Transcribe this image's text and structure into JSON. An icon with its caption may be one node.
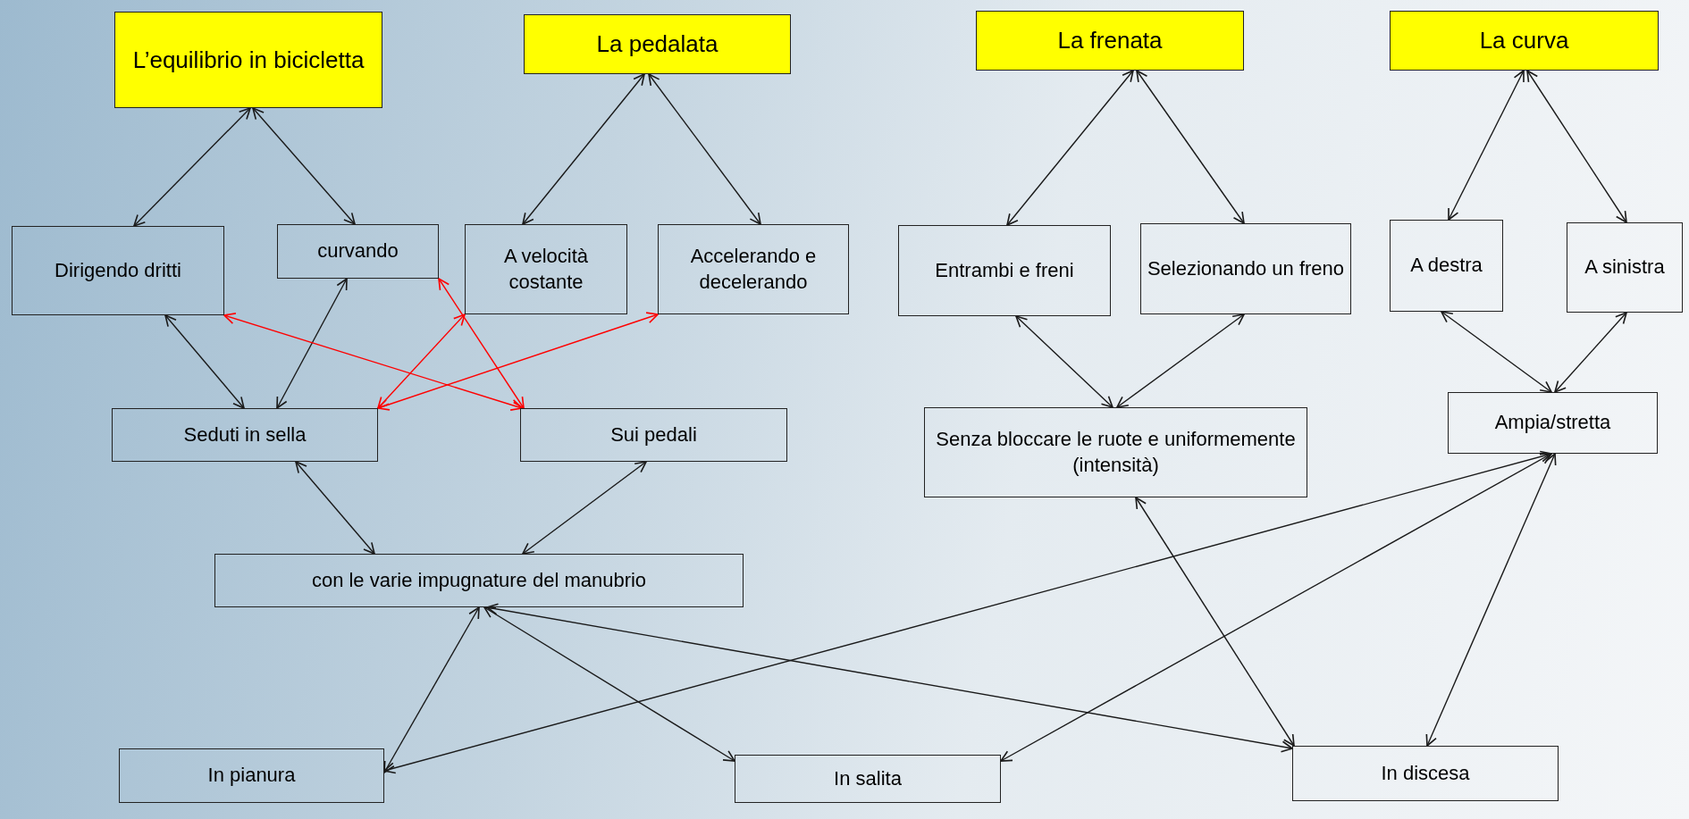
{
  "diagram": {
    "nodes": [
      {
        "text": [
          "L’equilibrio in bicicletta"
        ]
      },
      {
        "text": [
          "La pedalata"
        ]
      },
      {
        "text": [
          "La frenata"
        ]
      },
      {
        "text": [
          "La curva"
        ]
      },
      {
        "text": [
          "Dirigendo dritti"
        ]
      },
      {
        "text": [
          "curvando"
        ]
      },
      {
        "text": [
          "A velocità costante"
        ]
      },
      {
        "text": [
          "Accelerando e decelerando"
        ]
      },
      {
        "text": [
          "Entrambi e freni"
        ]
      },
      {
        "text": [
          "Selezionando un freno"
        ]
      },
      {
        "text": [
          "A destra"
        ]
      },
      {
        "text": [
          "A sinistra"
        ]
      },
      {
        "text": [
          "Seduti in sella"
        ]
      },
      {
        "text": [
          "Sui pedali"
        ]
      },
      {
        "text": [
          "Senza bloccare le ruote e uniformemente (intensità)"
        ]
      },
      {
        "text": [
          "Ampia/stretta"
        ]
      },
      {
        "text": [
          "con le varie impugnature del manubrio"
        ]
      },
      {
        "text": [
          "In pianura"
        ]
      },
      {
        "text": [
          "In salita"
        ]
      },
      {
        "text": [
          "In discesa"
        ]
      }
    ],
    "edges": [
      {
        "from": 0,
        "to": 4,
        "arrow": "both"
      },
      {
        "from": 0,
        "to": 5,
        "arrow": "both"
      },
      {
        "from": 1,
        "to": 6,
        "arrow": "both"
      },
      {
        "from": 1,
        "to": 7,
        "arrow": "both"
      },
      {
        "from": 2,
        "to": 8,
        "arrow": "both"
      },
      {
        "from": 2,
        "to": 9,
        "arrow": "both"
      },
      {
        "from": 3,
        "to": 10,
        "arrow": "both"
      },
      {
        "from": 3,
        "to": 11,
        "arrow": "both"
      },
      {
        "from": 4,
        "to": 12,
        "arrow": "both"
      },
      {
        "from": 5,
        "to": 12,
        "arrow": "both"
      },
      {
        "from": 4,
        "to": 13,
        "arrow": "both",
        "color": "#ff0000"
      },
      {
        "from": 5,
        "to": 13,
        "arrow": "both",
        "color": "#ff0000"
      },
      {
        "from": 6,
        "to": 12,
        "arrow": "both",
        "color": "#ff0000"
      },
      {
        "from": 7,
        "to": 12,
        "arrow": "both",
        "color": "#ff0000"
      },
      {
        "from": 8,
        "to": 14,
        "arrow": "both"
      },
      {
        "from": 9,
        "to": 14,
        "arrow": "both"
      },
      {
        "from": 10,
        "to": 15,
        "arrow": "both"
      },
      {
        "from": 11,
        "to": 15,
        "arrow": "both"
      },
      {
        "from": 12,
        "to": 16,
        "arrow": "both"
      },
      {
        "from": 13,
        "to": 16,
        "arrow": "both"
      },
      {
        "from": 16,
        "to": 17,
        "arrow": "both"
      },
      {
        "from": 16,
        "to": 18,
        "arrow": "both"
      },
      {
        "from": 16,
        "to": 19,
        "arrow": "both"
      },
      {
        "from": 14,
        "to": 19,
        "arrow": "both"
      },
      {
        "from": 15,
        "to": 17,
        "arrow": "both"
      },
      {
        "from": 15,
        "to": 18,
        "arrow": "both"
      },
      {
        "from": 15,
        "to": 19,
        "arrow": "both"
      }
    ]
  }
}
